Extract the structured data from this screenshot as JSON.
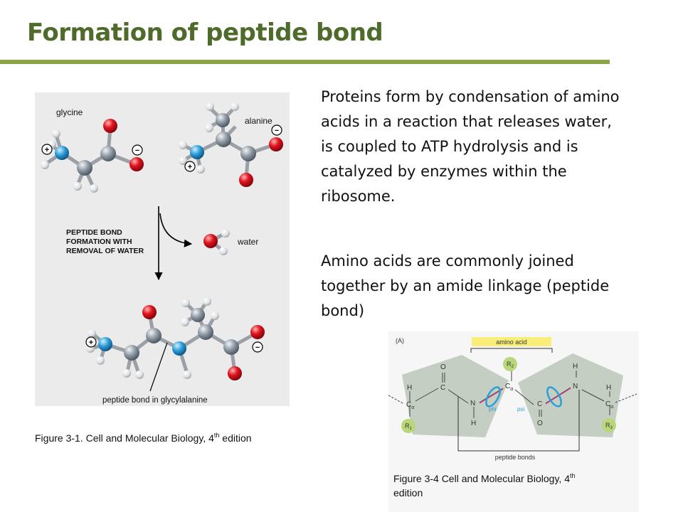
{
  "slide": {
    "title": "Formation of peptide bond",
    "paragraph_1": "Proteins form by condensation of amino acids in a reaction that releases water, is coupled to ATP hydrolysis and is catalyzed by enzymes within the ribosome.",
    "paragraph_2": "Amino acids are commonly joined together by an amide linkage (peptide bond)",
    "colors": {
      "title": "#4f6b2c",
      "rule": "#8aa447"
    }
  },
  "figure_1": {
    "glycine_label": "glycine",
    "alanine_label": "alanine",
    "reaction_line_1": "PEPTIDE BOND",
    "reaction_line_2": "FORMATION WITH",
    "reaction_line_3": "REMOVAL OF WATER",
    "water_label": "water",
    "product_label": "peptide bond in glycylalanine",
    "plus_sign": "+",
    "minus_sign": "−",
    "caption_main": "Figure 3-1. Cell and Molecular Biology, 4",
    "caption_sup": "th",
    "caption_end": " edition"
  },
  "figure_2": {
    "panel_label": "(A)",
    "amino_acid_label": "amino acid",
    "r1": "R",
    "r1_sub": "1",
    "r2": "R",
    "r2_sub": "2",
    "r3": "R",
    "r3_sub": "3",
    "alpha_c": "C",
    "alpha_sub": "α",
    "carbon": "C",
    "oxygen": "O",
    "nitrogen": "N",
    "hydrogen": "H",
    "phi_label": "phi",
    "psi_label": "psi",
    "peptide_bonds_label": "peptide bonds",
    "caption_main": "Figure 3-4 Cell and Molecular Biology, 4",
    "caption_sup": "th",
    "caption_end": "edition"
  }
}
